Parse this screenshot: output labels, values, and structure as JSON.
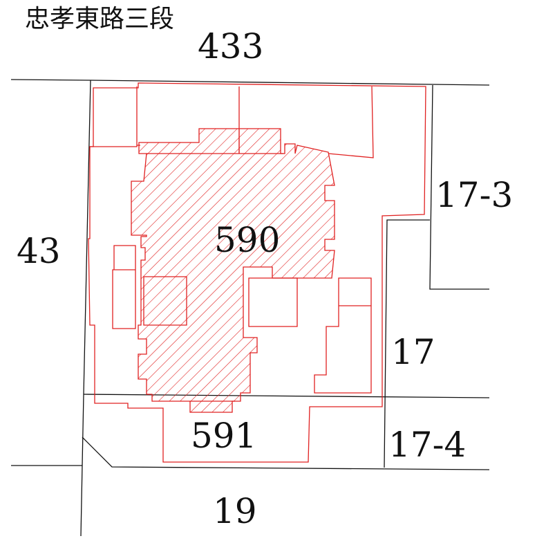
{
  "map": {
    "road_label": "忠孝東路三段",
    "parcels": {
      "p433": "433",
      "p43": "43",
      "p590": "590",
      "p17_3": "17-3",
      "p17": "17",
      "p591": "591",
      "p17_4": "17-4",
      "p19": "19"
    },
    "colors": {
      "cadastral_line": "#111111",
      "building_outline": "#e02020",
      "hatch": "#e02020"
    }
  }
}
